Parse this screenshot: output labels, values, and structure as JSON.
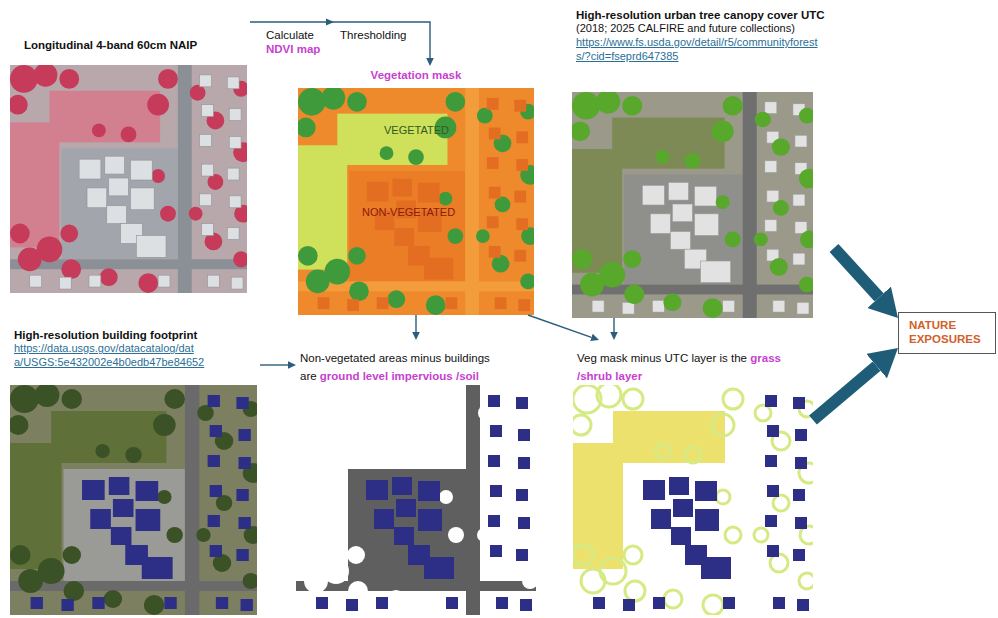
{
  "diagram": {
    "nodes": [
      {
        "text": [
          "Longitudinal 4-band 60cm NAIP"
        ]
      },
      {
        "text": [
          "Vegetation mask"
        ]
      },
      {
        "text": [
          "High-resolution urban tree canopy cover UTC",
          "(2018; 2025 CALFIRE and future collections)",
          "https://www.fs.usda.gov/detail/r5/communityforest s/?cid=fseprd647385"
        ]
      },
      {
        "text": [
          "High-resolution building footprint",
          "https://data.usgs.gov/datacatalog/dat a/USGS:5e432002e4b0edb47be84652"
        ]
      },
      {
        "text": [
          "Non-vegetated areas minus buildings are",
          "ground level impervious /soil"
        ]
      },
      {
        "text": [
          "Veg mask minus UTC layer is the",
          "grass /shrub layer"
        ]
      },
      {
        "text": [
          "NATURE EXPOSURES"
        ]
      }
    ],
    "edges": [
      {
        "from": 0,
        "to": 1,
        "arrow": "to"
      },
      {
        "from": 1,
        "to": 4,
        "arrow": "to"
      },
      {
        "from": 3,
        "to": 4,
        "arrow": "to"
      },
      {
        "from": 1,
        "to": 5,
        "arrow": "to"
      },
      {
        "from": 2,
        "to": 5,
        "arrow": "to"
      },
      {
        "from": 2,
        "to": 6,
        "arrow": "to"
      },
      {
        "from": 5,
        "to": 6,
        "arrow": "to"
      }
    ],
    "labels": [
      "Calculate",
      "NDVI map",
      "Thresholding",
      "VEGETATED",
      "NON-VEGETATED"
    ]
  }
}
